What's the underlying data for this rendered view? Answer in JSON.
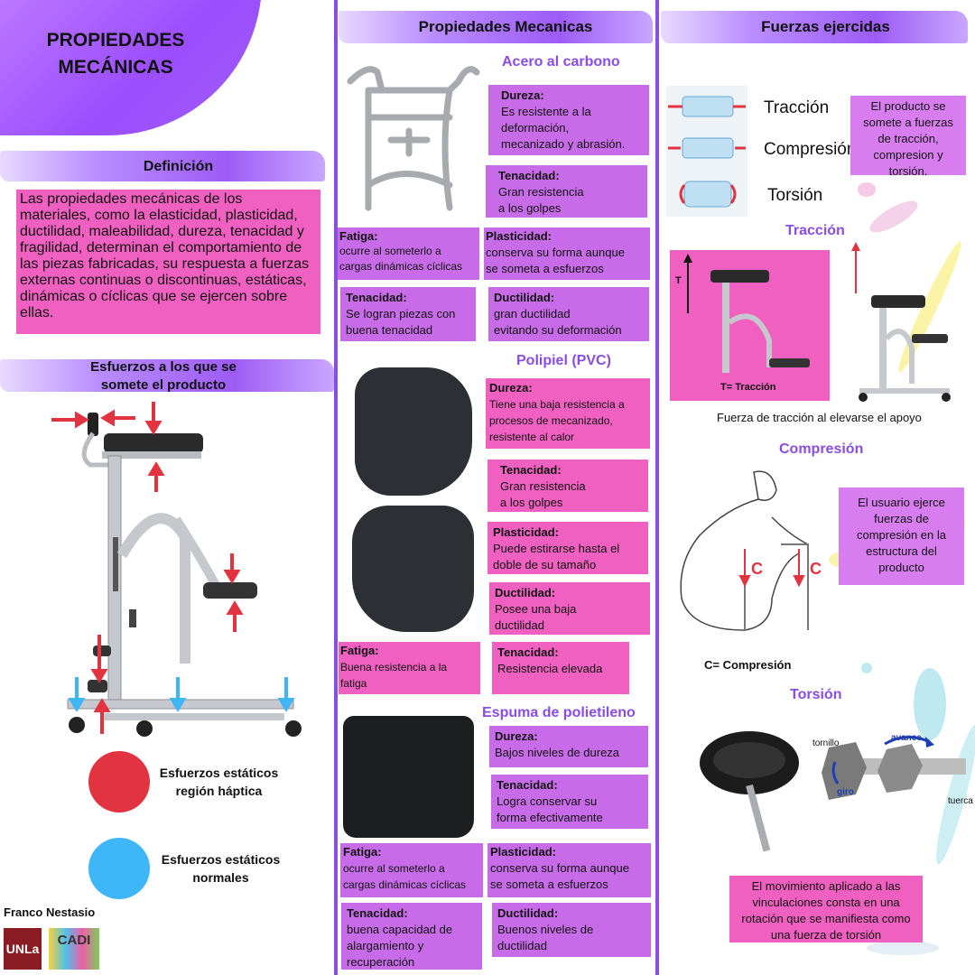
{
  "left": {
    "title": "PROPIEDADES MECÁNICAS",
    "definicion_title": "Definición",
    "definicion_text": "Las propiedades mecánicas de los materiales, como la elasticidad, plasticidad, ductilidad, maleabilidad, dureza, tenacidad y fragilidad, determinan el comportamiento de las piezas fabricadas, su respuesta a fuerzas externas continuas o discontinuas, estáticas, dinámicas o cíclicas que se ejercen sobre ellas.",
    "esfuerzos_title_1": "Esfuerzos a los que se",
    "esfuerzos_title_2": "somete el producto",
    "legend_red_1": "Esfuerzos estáticos",
    "legend_red_2": "región háptica",
    "legend_blue_1": "Esfuerzos estáticos",
    "legend_blue_2": "normales",
    "author": "Franco Nestasio",
    "logo_unla": "UNLa",
    "logo_cadi": "CADI",
    "colors": {
      "red": "#e23340",
      "blue": "#3fb6f7",
      "pink": "#f060c0",
      "purple": "#c86be8",
      "accent": "#8a4ce8"
    }
  },
  "middle": {
    "title": "Propiedades Mecanicas",
    "acero": {
      "title": "Acero al carbono",
      "dureza_h": "Dureza:",
      "dureza_b": "Es resistente a  la\ndeformación,\nmecanizado y abrasión.",
      "tenacidad_h": "Tenacidad:",
      "tenacidad_b": "Gran resistencia\n a los golpes",
      "fatiga_h": "Fatiga:",
      "fatiga_b": "ocurre al someterlo a\ncargas dinámicas cíclicas",
      "plasticidad_h": "Plasticidad:",
      "plasticidad_b": "conserva su forma aunque\nse someta a esfuerzos",
      "tenacidad2_h": "Tenacidad:",
      "tenacidad2_b": "Se logran piezas con\nbuena tenacidad",
      "ductilidad_h": "Ductilidad:",
      "ductilidad_b": "gran ductilidad\nevitando su deformación"
    },
    "polipiel": {
      "title": "Polipiel (PVC)",
      "dureza_h": "Dureza:",
      "dureza_b": "Tiene una baja resistencia a\nprocesos de mecanizado,\nresistente al calor",
      "tenacidad_h": "Tenacidad:",
      "tenacidad_b": "Gran resistencia\n a los golpes",
      "plasticidad_h": "Plasticidad:",
      "plasticidad_b": "Puede estirarse hasta el\ndoble de su tamaño",
      "ductilidad_h": "Ductilidad:",
      "ductilidad_b": "Posee una baja\nductilidad",
      "fatiga_h": "Fatiga:",
      "fatiga_b": "Buena resistencia a la\nfatiga",
      "tenacidad2_h": "Tenacidad:",
      "tenacidad2_b": "Resistencia elevada"
    },
    "espuma": {
      "title": "Espuma de polietileno",
      "dureza_h": "Dureza:",
      "dureza_b": "Bajos niveles de dureza",
      "tenacidad_h": "Tenacidad:",
      "tenacidad_b": "Logra conservar su\nforma efectivamente",
      "fatiga_h": "Fatiga:",
      "fatiga_b": "ocurre al someterlo a\ncargas dinámicas cíclicas",
      "plasticidad_h": "Plasticidad:",
      "plasticidad_b": "conserva su forma aunque\nse someta a esfuerzos",
      "tenacidad2_h": "Tenacidad:",
      "tenacidad2_b": "buena capacidad de\nalargamiento y\nrecuperación",
      "ductilidad_h": "Ductilidad:",
      "ductilidad_b": "Buenos niveles de\nductilidad"
    }
  },
  "right": {
    "title": "Fuerzas ejercidas",
    "legend_traccion": "Tracción",
    "legend_compresion": "Compresión",
    "legend_torsion": "Torsión",
    "intro_box": "El producto se somete a fuerzas de tracción, compresion y torsión.",
    "traccion_h": "Tracción",
    "traccion_t": "T",
    "traccion_label": "T= Tracción",
    "traccion_caption": "Fuerza de tracción al elevarse el apoyo",
    "compresion_h": "Compresión",
    "compresion_box": "El usuario ejerce fuerzas de compresión en la estructura del producto",
    "compresion_c": "C",
    "compresion_label": "C= Compresión",
    "torsion_h": "Torsión",
    "torsion_tornillo": "tornillo",
    "torsion_avance": "avance",
    "torsion_giro": "giro",
    "torsion_tuerca": "tuerca",
    "torsion_box": "El movimiento aplicado a las vinculaciones consta en una rotación que se manifiesta como una fuerza de torsión"
  }
}
